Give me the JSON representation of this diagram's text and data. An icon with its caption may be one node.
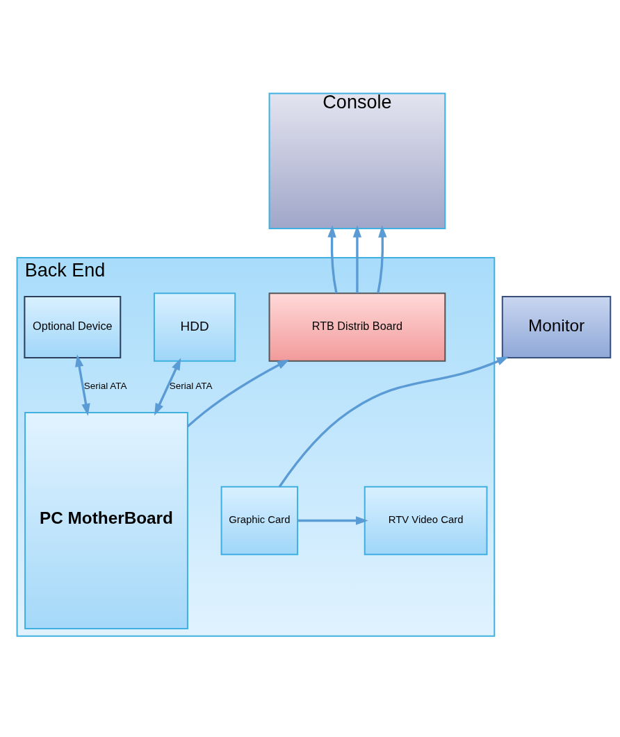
{
  "diagram": {
    "nodes": [
      {
        "text": [
          "Console"
        ]
      },
      {
        "text": [
          "Monitor"
        ]
      },
      {
        "text": [
          "Back End"
        ]
      },
      {
        "text": [
          "RTV Video Card"
        ],
        "in": 2
      },
      {
        "text": [
          "Graphic Card"
        ],
        "in": 2
      },
      {
        "text": [
          "PC MotherBoard"
        ],
        "in": 2
      },
      {
        "text": [
          "Optional Device"
        ],
        "in": 2
      },
      {
        "text": [
          "HDD"
        ],
        "in": 2
      },
      {
        "text": [
          "RTB Distrib Board"
        ],
        "in": 2
      }
    ],
    "edges": [
      {
        "from": 4,
        "to": 1,
        "arrow": "to"
      },
      {
        "from": 4,
        "to": 3,
        "arrow": "to"
      },
      {
        "from": 5,
        "to": 6,
        "arrow": "both",
        "label": "Serial ATA"
      },
      {
        "from": 5,
        "to": 7,
        "arrow": "both",
        "label": "Serial ATA"
      },
      {
        "from": 5,
        "to": 8,
        "arrow": "to"
      },
      {
        "from": 8,
        "to": 0,
        "arrow": "to"
      },
      {
        "from": 8,
        "to": 0,
        "arrow": "to"
      },
      {
        "from": 8,
        "to": 0,
        "arrow": "to"
      }
    ]
  }
}
